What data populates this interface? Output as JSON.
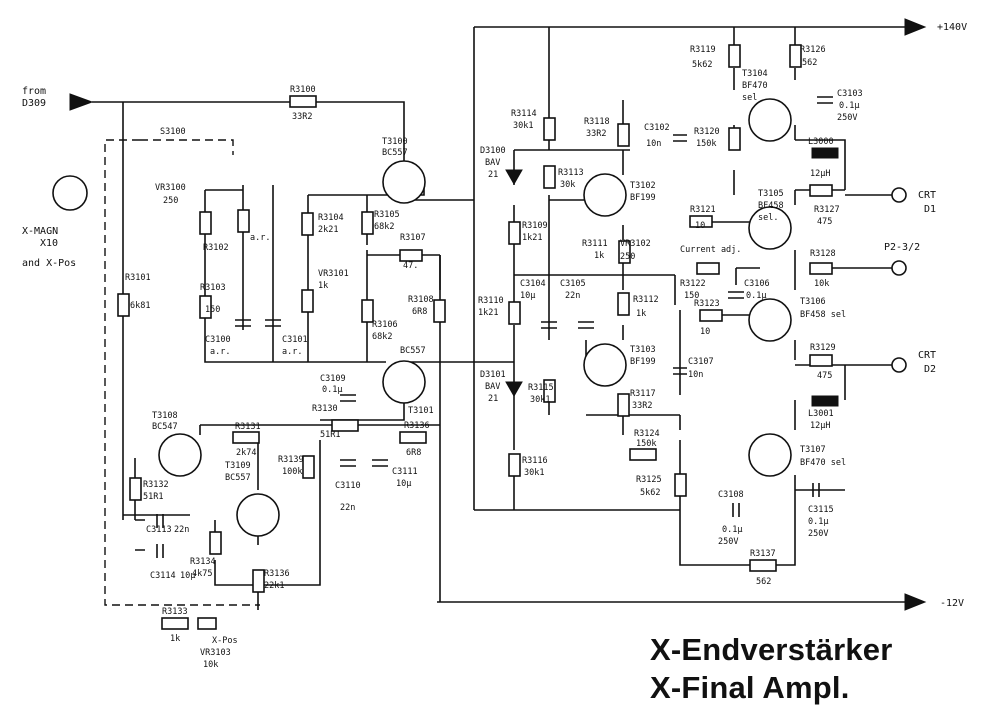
{
  "title": {
    "de": "X-Endverstärker",
    "en": "X-Final Ampl."
  },
  "supply": {
    "pos": "+140V",
    "neg": "-12V"
  },
  "input": {
    "from": "from",
    "src": "D309"
  },
  "probe": {
    "line1": "X-MAGN",
    "line2": "X10",
    "line3": "and X-Pos"
  },
  "outputs": {
    "crt1": "CRT",
    "d1": "D1",
    "p2": "P2-3/2",
    "crt2": "CRT",
    "d2": "D2"
  },
  "switch": "S3100",
  "labels": {
    "r3100": "R3100",
    "r3100v": "33R2",
    "t3100": "T3100",
    "t3100t": "BC557",
    "vr3100": "VR3100",
    "vr3100v": "250",
    "r3102": "R3102",
    "ar1": "a.r.",
    "ar2": "a.r.",
    "ar3": "a.r.",
    "r3103": "R3103",
    "r3103v": "150",
    "c3100": "C3100",
    "c3101": "C3101",
    "r3104": "R3104",
    "r3104v": "2k21",
    "vr3101": "VR3101",
    "vr3101v": "1k",
    "r3105": "R3105",
    "r3105v": "68k2",
    "r3107": "R3107",
    "r3107v": "47.",
    "r3106": "R3106",
    "r3106v": "68k2",
    "t3101": "T3101",
    "t3101t": "BC557",
    "r3101": "R3101",
    "r3101v": "6k81",
    "r3108": "R3108",
    "r3108v": "6R8",
    "c3109": "C3109",
    "c3109v": "0.1µ",
    "r3130": "R3130",
    "r3130v": "51R1",
    "t3108": "T3108",
    "t3108t": "BC547",
    "r3131": "R3131",
    "r3131v": "2k74",
    "t3109": "T3109",
    "t3109t": "BC557",
    "r3139": "R3139",
    "r3139v": "100k",
    "r3136": "R3136",
    "r3136v": "6R8",
    "c3110": "C3110",
    "c3110v": "22n",
    "c3111": "C3111",
    "c3111v": "10µ",
    "r3132": "R3132",
    "r3132v": "51R1",
    "c3113": "C3113",
    "c3113v": "22n",
    "c3114": "C3114",
    "c3114v": "10µ",
    "r3134": "R3134",
    "r3134v": "4k75",
    "r3135": "R3136",
    "r3135v": "22k1",
    "r3133": "R3133",
    "r3133v": "1k",
    "xpos": "X-Pos",
    "vr3103": "VR3103",
    "vr3103v": "10k",
    "r3114": "R3114",
    "r3114v": "30k1",
    "d3100": "D3100",
    "d3100t": "BAV",
    "d3100n": "21",
    "r3109": "R3109",
    "r3109v": "1k21",
    "r3110": "R3110",
    "r3110v": "1k21",
    "d3101": "D3101",
    "d3101t": "BAV",
    "d3101n": "21",
    "r3116": "R3116",
    "r3116v": "30k1",
    "r3118": "R3118",
    "r3118v": "33R2",
    "r3113": "R3113",
    "r3113v": "30k",
    "t3102": "T3102",
    "t3102t": "BF199",
    "r3111": "R3111",
    "r3111v": "1k",
    "c3104": "C3104",
    "c3104v": "10µ",
    "c3105": "C3105",
    "c3105v": "22n",
    "t3103": "T3103",
    "t3103t": "BF199",
    "r3115": "R3115",
    "r3115v": "30k1",
    "r3117": "R3117",
    "r3117v": "33R2",
    "c3102": "C3102",
    "c3102v": "10n",
    "r3120": "R3120",
    "r3120v": "150k",
    "r3119": "R3119",
    "r3119v": "5k62",
    "t3104": "T3104",
    "t3104t": "BF470",
    "t3104s": "sel",
    "r3126": "R3126",
    "r3126v": "562",
    "c3103": "C3103",
    "c3103v": "0.1µ",
    "c3103u": "250V",
    "l3000": "L3000",
    "l3000v": "12µH",
    "r3127": "R3127",
    "r3127v": "475",
    "t3105": "T3105",
    "t3105t": "BF458",
    "t3105s": "sel.",
    "r3121": "R3121",
    "r3121v": "10",
    "vr3102": "VR3102",
    "vr3102v": "250",
    "current": "Current adj.",
    "r3122": "R3122",
    "r3122v": "150",
    "c3106": "C3106",
    "c3106v": "0.1µ",
    "r3128": "R3128",
    "r3128v": "10k",
    "r3112": "R3112",
    "r3112v": "1k",
    "r3123": "R3123",
    "r3123v": "10",
    "t3106": "T3106",
    "t3106t": "BF458 sel",
    "c3107": "C3107",
    "c3107v": "10n",
    "r3129": "R3129",
    "r3129v": "475",
    "l3001": "L3001",
    "l3001v": "12µH",
    "r3124": "R3124",
    "r3124v": "150k",
    "t3107": "T3107",
    "t3107t": "BF470 sel",
    "r3125": "R3125",
    "r3125v": "5k62",
    "c3108": "C3108",
    "c3108v": "0.1µ",
    "c3108u": "250V",
    "c3115": "C3115",
    "c3115v": "0.1µ",
    "c3115u": "250V",
    "r3137": "R3137",
    "r3137v": "562"
  }
}
